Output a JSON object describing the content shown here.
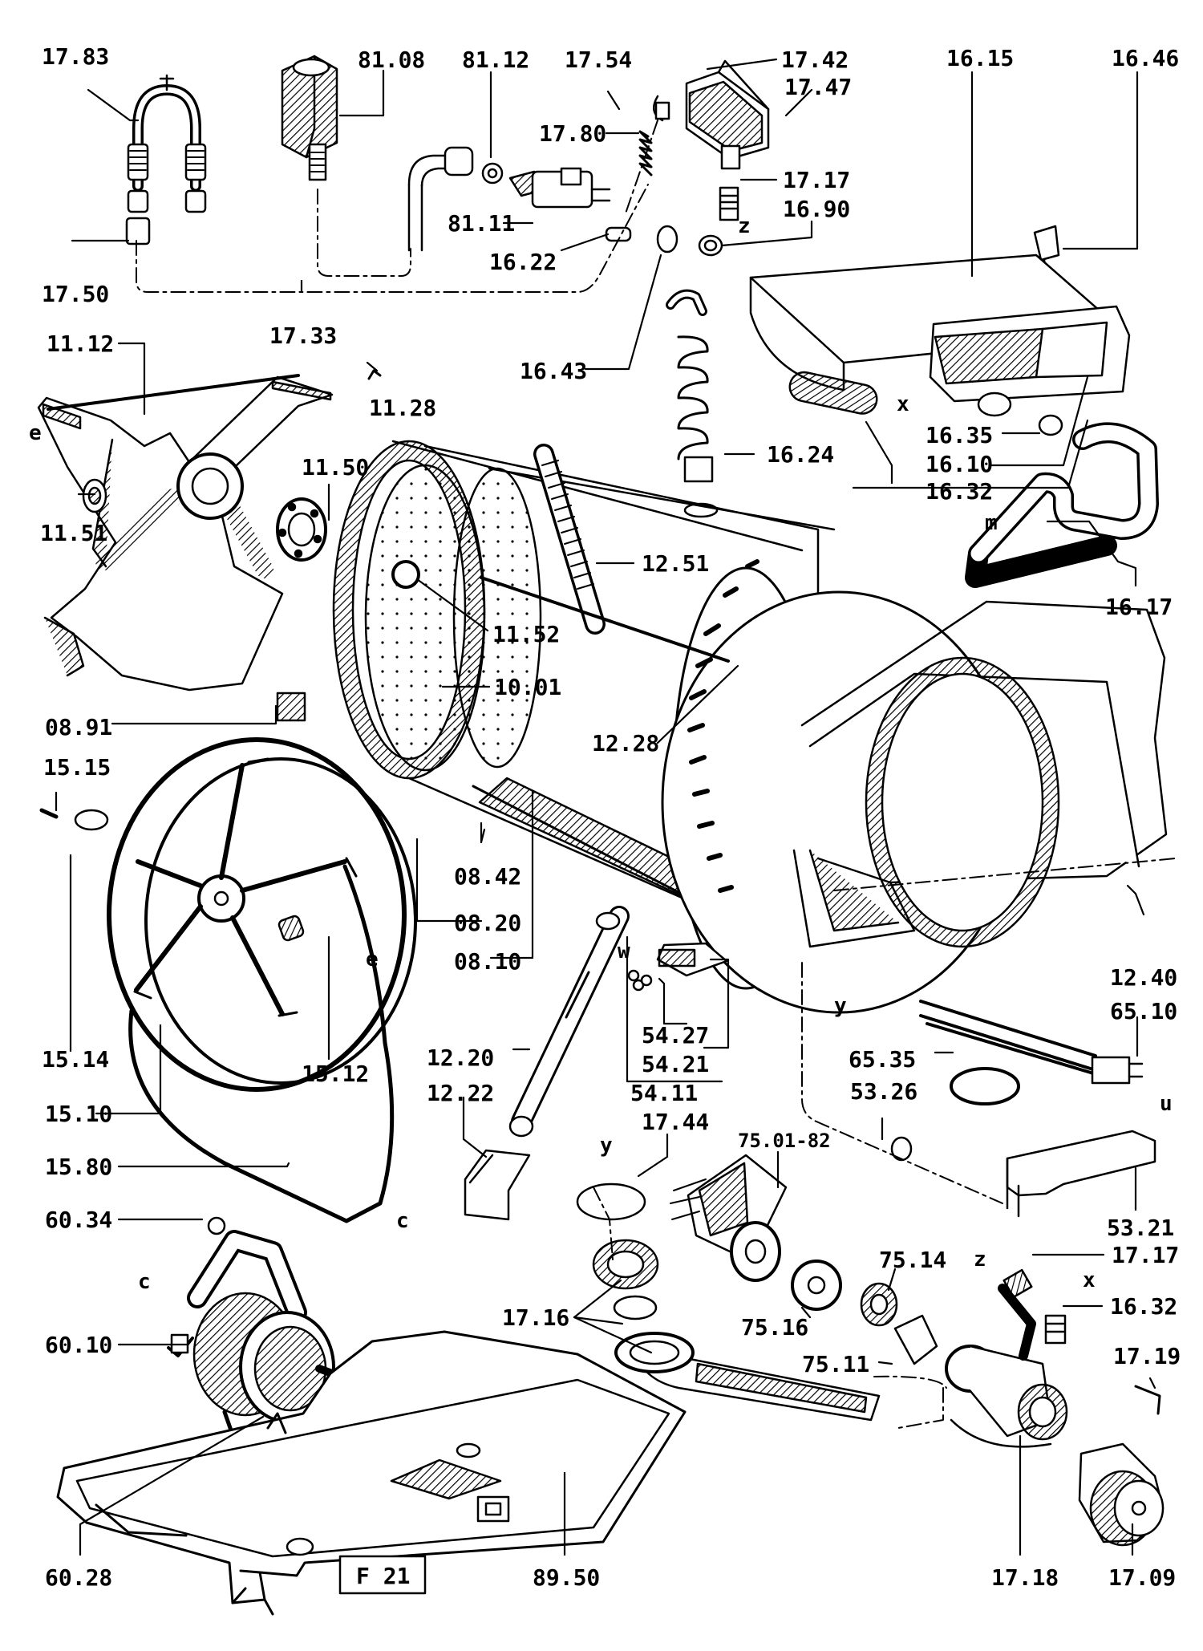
{
  "sheet_label": "F 21",
  "parts": [
    {
      "key": "p1783",
      "label": "17.83"
    },
    {
      "key": "p8108",
      "label": "81.08"
    },
    {
      "key": "p8112",
      "label": "81.12"
    },
    {
      "key": "p1754",
      "label": "17.54"
    },
    {
      "key": "p1742",
      "label": "17.42"
    },
    {
      "key": "p1747",
      "label": "17.47"
    },
    {
      "key": "p1615",
      "label": "16.15"
    },
    {
      "key": "p1646",
      "label": "16.46"
    },
    {
      "key": "p1780",
      "label": "17.80"
    },
    {
      "key": "p1717a",
      "label": "17.17"
    },
    {
      "key": "p1690",
      "label": "16.90"
    },
    {
      "key": "p8111",
      "label": "81.11"
    },
    {
      "key": "p1750",
      "label": "17.50"
    },
    {
      "key": "p1622",
      "label": "16.22"
    },
    {
      "key": "p1733",
      "label": "17.33"
    },
    {
      "key": "p1112",
      "label": "11.12"
    },
    {
      "key": "p1643",
      "label": "16.43"
    },
    {
      "key": "p1128",
      "label": "11.28"
    },
    {
      "key": "p1635",
      "label": "16.35"
    },
    {
      "key": "p1610",
      "label": "16.10"
    },
    {
      "key": "p1150",
      "label": "11.50"
    },
    {
      "key": "p1624",
      "label": "16.24"
    },
    {
      "key": "p1632a",
      "label": "16.32"
    },
    {
      "key": "p1151",
      "label": "11.51"
    },
    {
      "key": "p1251",
      "label": "12.51"
    },
    {
      "key": "p1617",
      "label": "16.17"
    },
    {
      "key": "p1152",
      "label": "11.52"
    },
    {
      "key": "p1001",
      "label": "10.01"
    },
    {
      "key": "p0891",
      "label": "08.91"
    },
    {
      "key": "p1228",
      "label": "12.28"
    },
    {
      "key": "p1515",
      "label": "15.15"
    },
    {
      "key": "p0842",
      "label": "08.42"
    },
    {
      "key": "p0820",
      "label": "08.20"
    },
    {
      "key": "p1240",
      "label": "12.40"
    },
    {
      "key": "p0810",
      "label": "08.10"
    },
    {
      "key": "p6510",
      "label": "65.10"
    },
    {
      "key": "p5427",
      "label": "54.27"
    },
    {
      "key": "p5421",
      "label": "54.21"
    },
    {
      "key": "p1514",
      "label": "15.14"
    },
    {
      "key": "p1220",
      "label": "12.20"
    },
    {
      "key": "p6535",
      "label": "65.35"
    },
    {
      "key": "p1512",
      "label": "15.12"
    },
    {
      "key": "p5411",
      "label": "54.11"
    },
    {
      "key": "p5326",
      "label": "53.26"
    },
    {
      "key": "p1222",
      "label": "12.22"
    },
    {
      "key": "p1510",
      "label": "15.10"
    },
    {
      "key": "p1744",
      "label": "17.44"
    },
    {
      "key": "p7501",
      "label": "75.01-82"
    },
    {
      "key": "p1580",
      "label": "15.80"
    },
    {
      "key": "p5321",
      "label": "53.21"
    },
    {
      "key": "p6034",
      "label": "60.34"
    },
    {
      "key": "p1717b",
      "label": "17.17"
    },
    {
      "key": "p7514",
      "label": "75.14"
    },
    {
      "key": "p1716",
      "label": "17.16"
    },
    {
      "key": "p7516",
      "label": "75.16"
    },
    {
      "key": "p1632b",
      "label": "16.32"
    },
    {
      "key": "p6010",
      "label": "60.10"
    },
    {
      "key": "p7511",
      "label": "75.11"
    },
    {
      "key": "p1719",
      "label": "17.19"
    },
    {
      "key": "p6028",
      "label": "60.28"
    },
    {
      "key": "p8950",
      "label": "89.50"
    },
    {
      "key": "p1718",
      "label": "17.18"
    },
    {
      "key": "p1709",
      "label": "17.09"
    }
  ],
  "markers": [
    {
      "key": "e1",
      "label": "e"
    },
    {
      "key": "e2",
      "label": "e"
    },
    {
      "key": "m",
      "label": "m"
    },
    {
      "key": "x1",
      "label": "x"
    },
    {
      "key": "x2",
      "label": "x"
    },
    {
      "key": "y1",
      "label": "y"
    },
    {
      "key": "y2",
      "label": "y"
    },
    {
      "key": "z1",
      "label": "z"
    },
    {
      "key": "z2",
      "label": "z"
    },
    {
      "key": "w",
      "label": "w"
    },
    {
      "key": "u",
      "label": "u"
    },
    {
      "key": "c1",
      "label": "c"
    },
    {
      "key": "c2",
      "label": "c"
    }
  ]
}
